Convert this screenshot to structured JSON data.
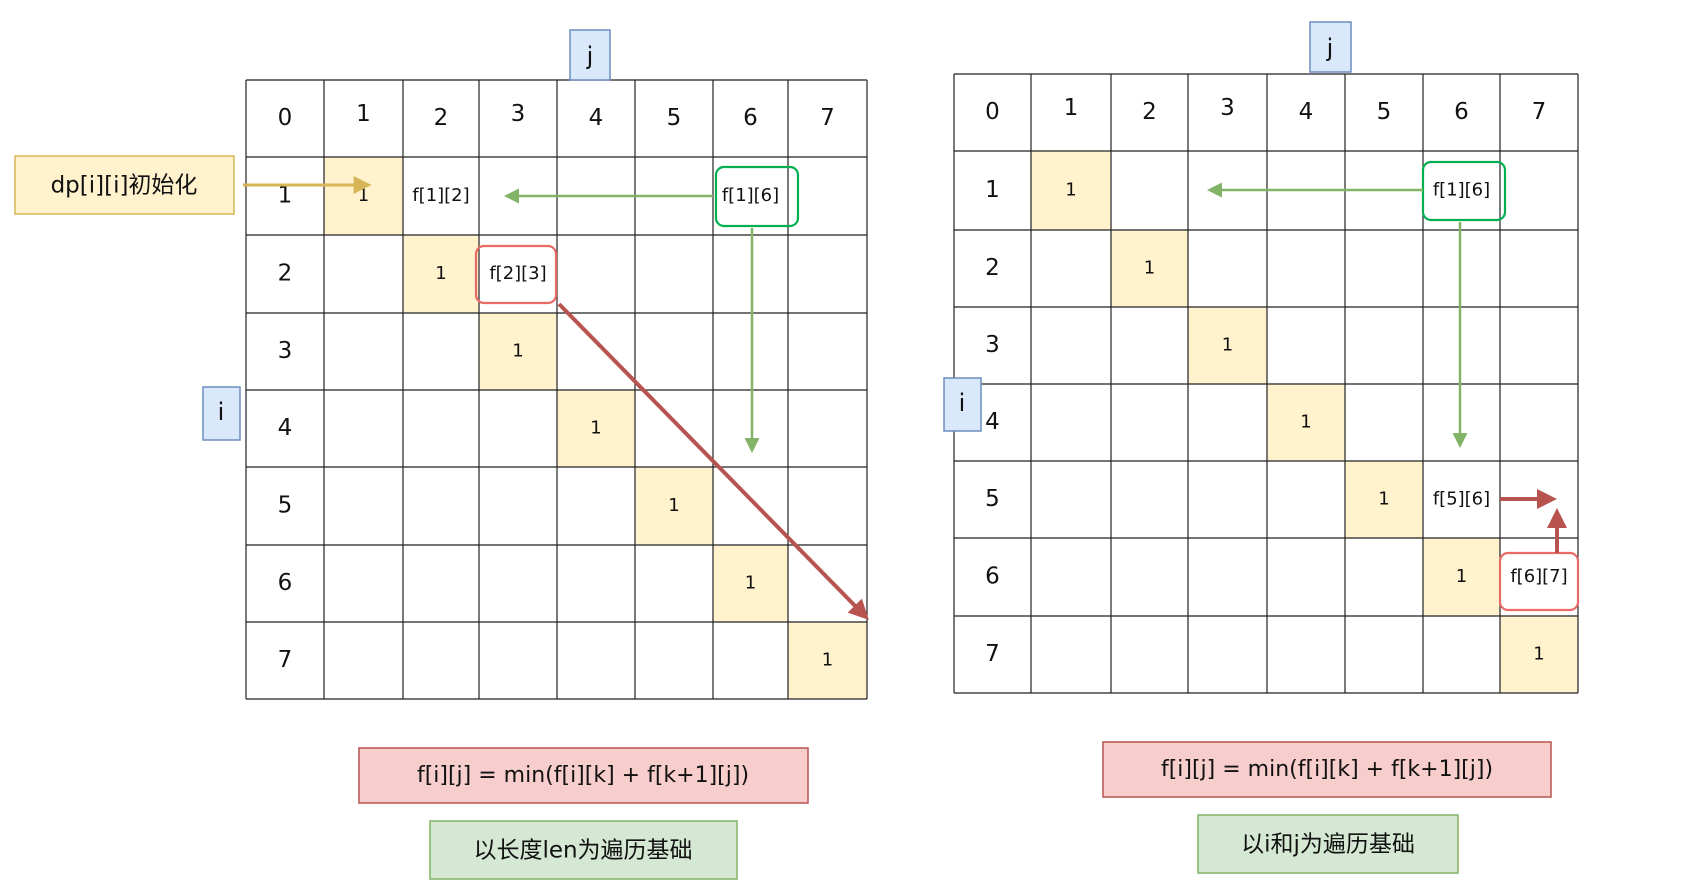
{
  "colors": {
    "grid": "#222222",
    "diagonal_fill": "#fff2cc",
    "green": "#82b366",
    "green_box": "#00b050",
    "red_arrow": "#b85450",
    "pink_box": "#ea6b66",
    "label_blue_fill": "#dae8fc",
    "label_blue_stroke": "#6c8ebf",
    "yellow_fill": "#fff2cc",
    "yellow_stroke": "#d6b656",
    "red_fill": "#f8cecc",
    "red_stroke": "#b85450",
    "green_fill": "#d5e8d4",
    "green_stroke": "#82b366"
  },
  "left": {
    "j_label": "j",
    "i_label": "i",
    "header": [
      "0",
      "1",
      "2",
      "3",
      "4",
      "5",
      "6",
      "7"
    ],
    "rows": [
      "1",
      "2",
      "3",
      "4",
      "5",
      "6",
      "7"
    ],
    "diag_value": "1",
    "cells": [
      {
        "row": 1,
        "col": 2,
        "text": "f[1][2]"
      },
      {
        "row": 1,
        "col": 6,
        "text": "f[1][6]"
      },
      {
        "row": 2,
        "col": 3,
        "text": "f[2][3]"
      }
    ],
    "init_label": "dp[i][i]初始化",
    "formula": "f[i][j] = min(f[i][k] + f[k+1][j])",
    "caption": "以长度len为遍历基础"
  },
  "right": {
    "j_label": "j",
    "i_label": "i",
    "header": [
      "0",
      "1",
      "2",
      "3",
      "4",
      "5",
      "6",
      "7"
    ],
    "rows": [
      "1",
      "2",
      "3",
      "4",
      "5",
      "6",
      "7"
    ],
    "diag_value": "1",
    "cells": [
      {
        "row": 1,
        "col": 6,
        "text": "f[1][6]"
      },
      {
        "row": 5,
        "col": 6,
        "text": "f[5][6]"
      },
      {
        "row": 6,
        "col": 7,
        "text": "f[6][7]"
      }
    ],
    "formula": "f[i][j] = min(f[i][k] + f[k+1][j])",
    "caption": "以i和j为遍历基础"
  }
}
